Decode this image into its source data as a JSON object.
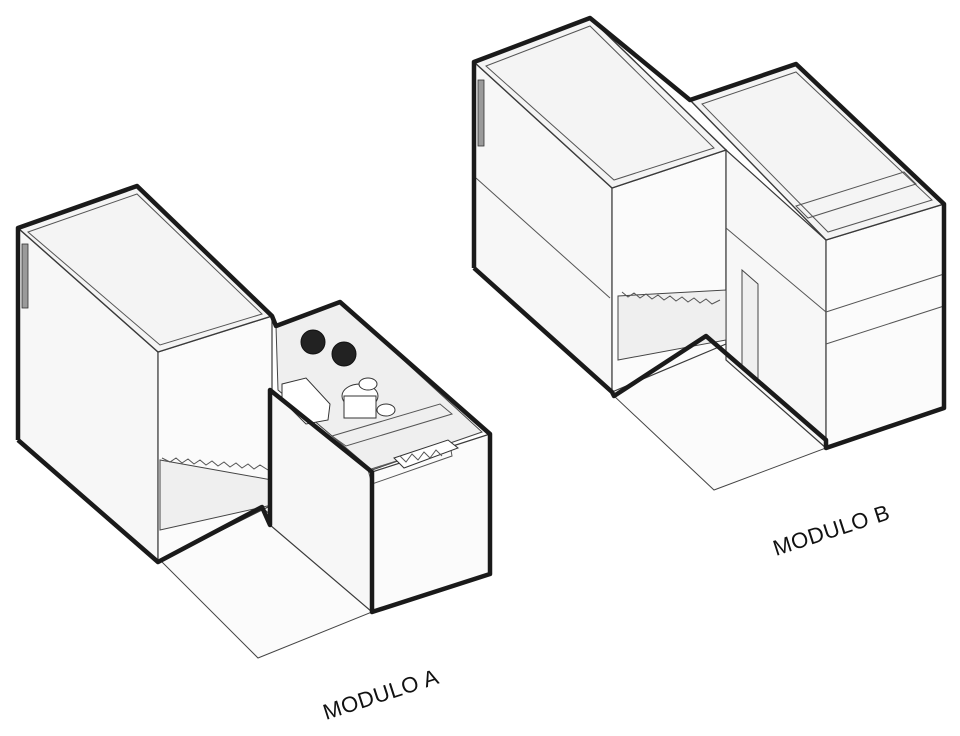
{
  "modules": [
    {
      "id": "a",
      "label": "MODULO A"
    },
    {
      "id": "b",
      "label": "MODULO B"
    }
  ]
}
